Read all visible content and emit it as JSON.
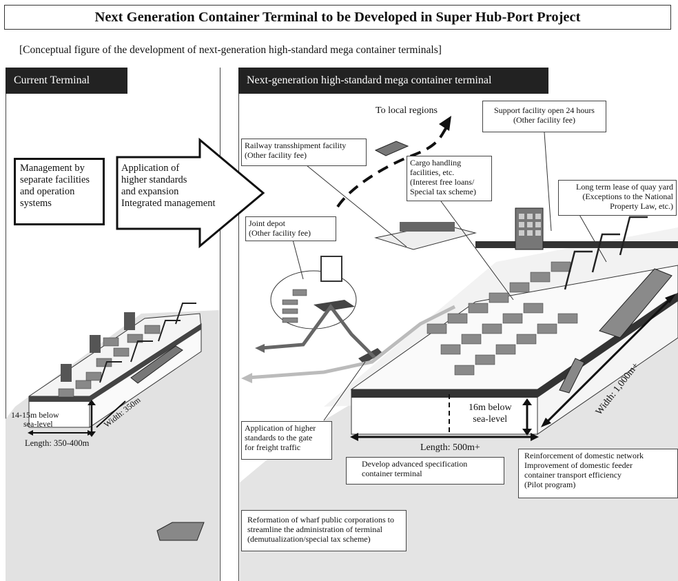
{
  "title": "Next Generation Container Terminal to be Developed in Super Hub-Port Project",
  "subtitle": "[Conceptual figure of the development of next-generation high-standard mega container terminals]",
  "left_panel": {
    "header": "Current Terminal",
    "management_box": [
      "Management by",
      "separate facilities",
      "and operation",
      "systems"
    ],
    "arrow_text": [
      "Application of",
      "higher standards",
      "and expansion",
      "Integrated management"
    ],
    "depth_label": [
      "14-15m below",
      "sea-level"
    ],
    "width_label": "Width: 350m",
    "length_label": "Length: 350-400m"
  },
  "right_panel": {
    "header": "Next-generation high-standard mega container terminal",
    "to_local": "To local regions",
    "support_facility": [
      "Support facility open 24 hours",
      "(Other facility fee)"
    ],
    "railway": [
      "Railway transshipment facility",
      "(Other facility fee)"
    ],
    "cargo": [
      "Cargo handling",
      "facilities, etc.",
      "(Interest free loans/",
      "Special tax scheme)"
    ],
    "long_term": [
      "Long term lease of quay yard",
      "(Exceptions to the National",
      "Property Law, etc.)"
    ],
    "joint_depot": [
      "Joint depot",
      "(Other facility fee)"
    ],
    "depth_label": [
      "16m below",
      "sea-level"
    ],
    "width_label": "Width: 1,000m+",
    "length_label": "Length: 500m+",
    "gate": [
      "Application of higher",
      "standards to the gate",
      "for freight traffic"
    ],
    "develop": [
      "Develop advanced specification",
      "container terminal"
    ],
    "reinforcement": [
      "Reinforcement of domestic network",
      "Improvement of domestic feeder",
      "container transport efficiency",
      "(Pilot program)"
    ],
    "reformation": [
      "Reformation of wharf public corporations to",
      "streamline the administration of terminal",
      "(demutualization/special tax scheme)"
    ]
  }
}
